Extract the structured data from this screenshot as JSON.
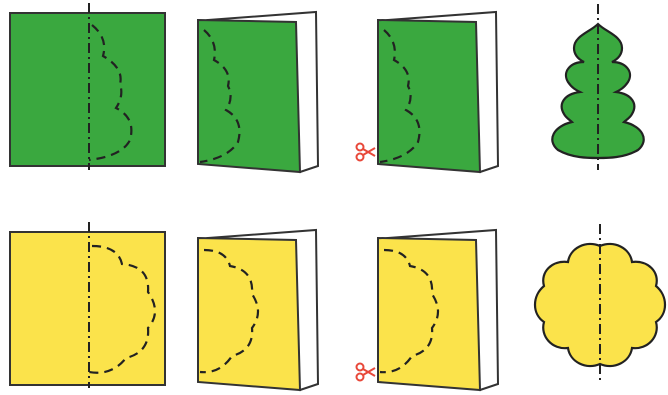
{
  "diagram": {
    "rows": [
      {
        "name": "green-leaf-row",
        "paper_color": "#3aa83f",
        "result_shape": "leaf"
      },
      {
        "name": "yellow-flower-row",
        "paper_color": "#fbe34b",
        "result_shape": "flower"
      }
    ],
    "stroke_color": "#222222",
    "back_page_color": "#ffffff",
    "scissors_color": "#e8483a"
  }
}
